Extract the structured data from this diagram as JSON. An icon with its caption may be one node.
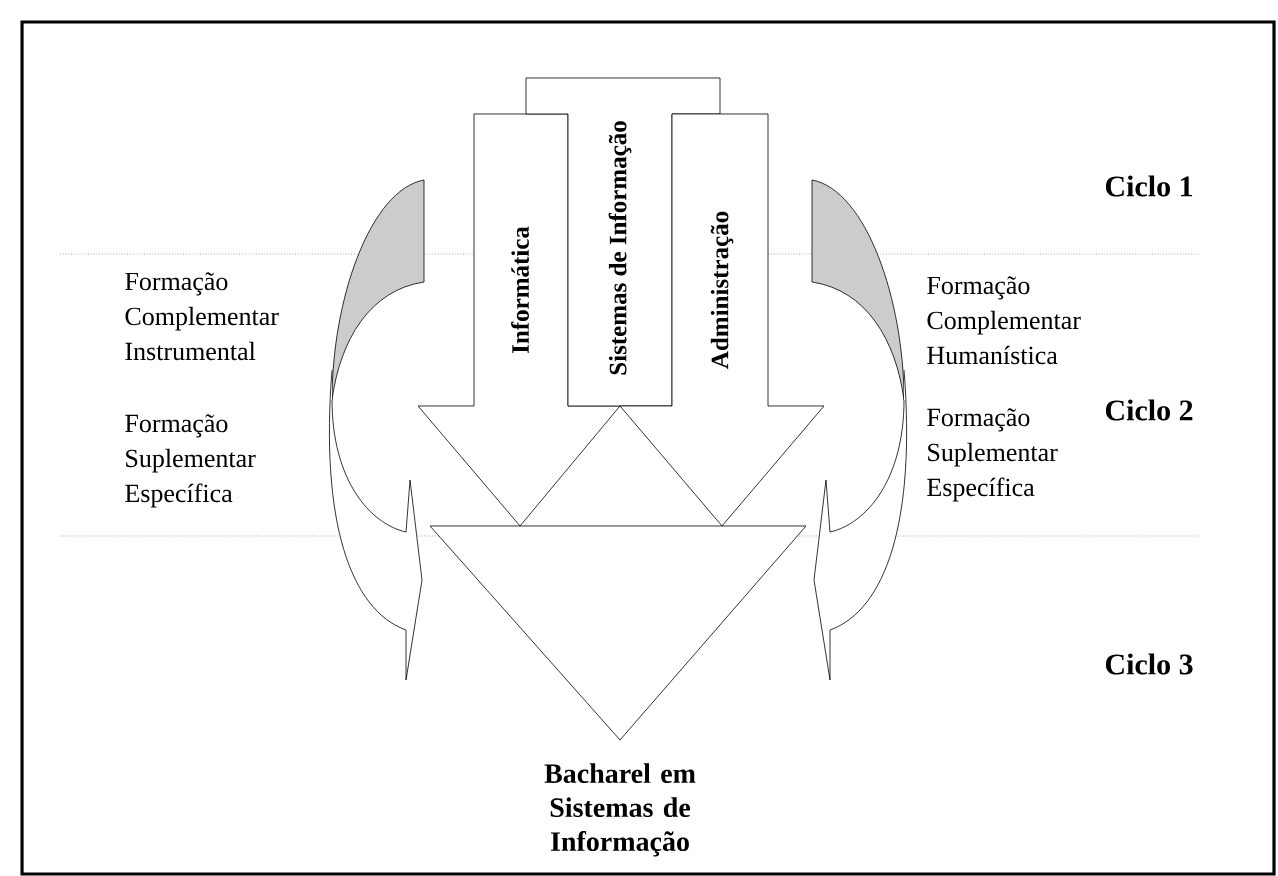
{
  "diagram": {
    "nodes": [
      {
        "text": [
          "Informática"
        ]
      },
      {
        "text": [
          "Sistemas de Informação"
        ]
      },
      {
        "text": [
          "Administração"
        ]
      },
      {
        "text": [
          "Bacharel em Sistemas de Informação"
        ]
      }
    ],
    "labels": [
      "Ciclo 1",
      "Formação Complementar Instrumental",
      "Formação Complementar Humanística",
      "Ciclo 2",
      "Formação Suplementar Específica",
      "Formação Suplementar Específica",
      "Ciclo 3"
    ]
  }
}
